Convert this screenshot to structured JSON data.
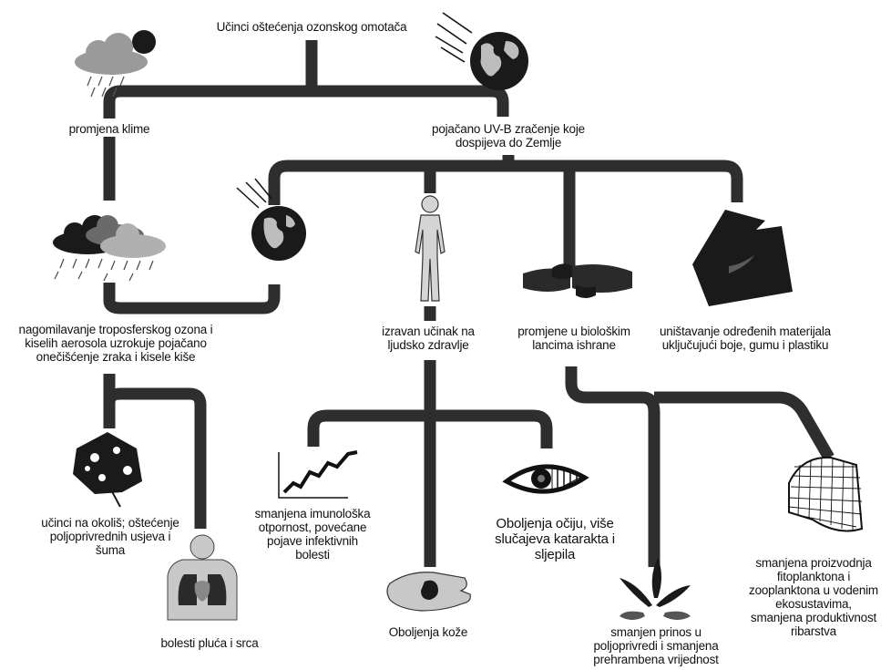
{
  "title": "Učinci oštećenja ozonskog omotača",
  "nodes": {
    "climate_change": "promjena klime",
    "uvb": "pojačano UV-B zračenje koje\ndospijeva do Zemlje",
    "tropo_ozone": "nagomilavanje troposferskog ozona i\nkiselih aerosola uzrokuje pojačano\nonečišćenje zraka i kisele kiše",
    "human_health": "izravan učinak na\nljudsko zdravlje",
    "food_chain": "promjene u biološkim\nlancima ishrane",
    "materials": "uništavanje određenih materijala\nuključujući boje, gumu i plastiku",
    "environment": "učinci na okoliš; oštećenje\npoljoprivrednih usjeva i\nšuma",
    "lung_heart": "bolesti pluća i srca",
    "immune": "smanjena imunološka\notpornost, povećane\npojave infektivnih\nbolesti",
    "skin": "Oboljenja kože",
    "eyes": "Oboljenja očiju, više\nslučajeva katarakta i\nsljepila",
    "crops": "smanjen prinos u\npoljoprivredi i smanjena\nprehrambena vrijednost",
    "plankton": "smanjena proizvodnja\nfitoplanktona i\nzooplanktona u vodenim\nekosustavima,\nsmanjena produktivnost\nribarstva"
  }
}
